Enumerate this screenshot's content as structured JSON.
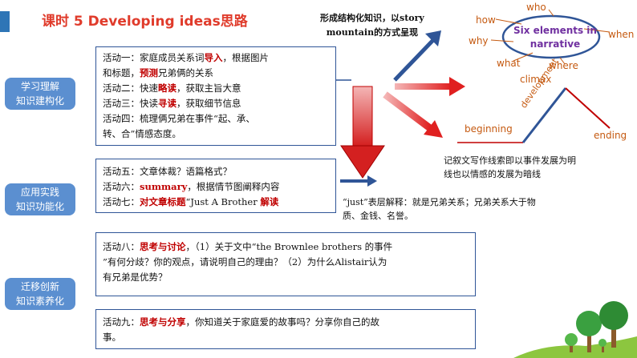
{
  "title": "课时 5 Developing ideas思路",
  "labels": {
    "learn": "学习理解\n知识建构化",
    "apply": "应用实践\n知识功能化",
    "transfer": "迁移创新\n知识素养化"
  },
  "panel1": {
    "a1_pre": "活动一：家庭成员关系词",
    "a1_red": "导入",
    "a1_post": "，根据图片",
    "a1b_pre": "和标题，",
    "a1b_red": "预测",
    "a1b_post": "兄弟俩的关系",
    "a2_pre": "活动二：快速",
    "a2_red": "略读",
    "a2_post": "，获取主旨大意",
    "a3_pre": "活动三：快读",
    "a3_red": "寻读",
    "a3_post": "，获取细节信息",
    "a4": "活动四：梳理俩兄弟在事件“起、承、",
    "a4b": "转、合”情感态度。"
  },
  "panel2": {
    "a5": "活动五：文章体裁？语篇格式？",
    "a6_pre": "活动六：",
    "a6_red": "summary",
    "a6_post": "，根据情节图阐释内容",
    "a7_pre": "活动七：",
    "a7_red": "对文章标题",
    "a7_mid": "“Just A Brother",
    "a7_red2": "解读"
  },
  "panel3": {
    "l1_pre": "活动八：",
    "l1_red": "思考与讨论",
    "l1_post": "，（1）关于文中“the Brownlee brothers 的事件",
    "l2": "”有何分歧？你的观点，请说明自己的理由？（2）为什么Alistair认为",
    "l3": "有兄弟是优势？"
  },
  "panel4": {
    "l1_pre": "活动九：",
    "l1_red": "思考与分享",
    "l1_post": "，你知道关于家庭爱的故事吗？分享你自己的故",
    "l2": "事。"
  },
  "story": {
    "top_note_1": "形成结构化知识，以story",
    "top_note_2": "mountain的方式呈现",
    "ellipse_text_1": "Six elements in",
    "ellipse_text_2": "narrative",
    "who": "who",
    "how": "how",
    "why": "why",
    "when": "when",
    "what": "what",
    "where": "where",
    "climax": "climax",
    "beginning": "beginning",
    "development": "development",
    "ending": "ending",
    "clue_1": "记叙文写作线索即以事件发展为明",
    "clue_2": "线也以情感的发展为暗线",
    "just_1": "“just”表层解释：就是兄弟关系；兄弟关系大于物",
    "just_2": "质、金钱、名誉。"
  },
  "colors": {
    "accent_red": "#e03b2b",
    "label_blue": "#5b8fd0",
    "panel_border": "#2f5597",
    "ellipse_text": "#7030a0",
    "orange": "#c55a11"
  }
}
